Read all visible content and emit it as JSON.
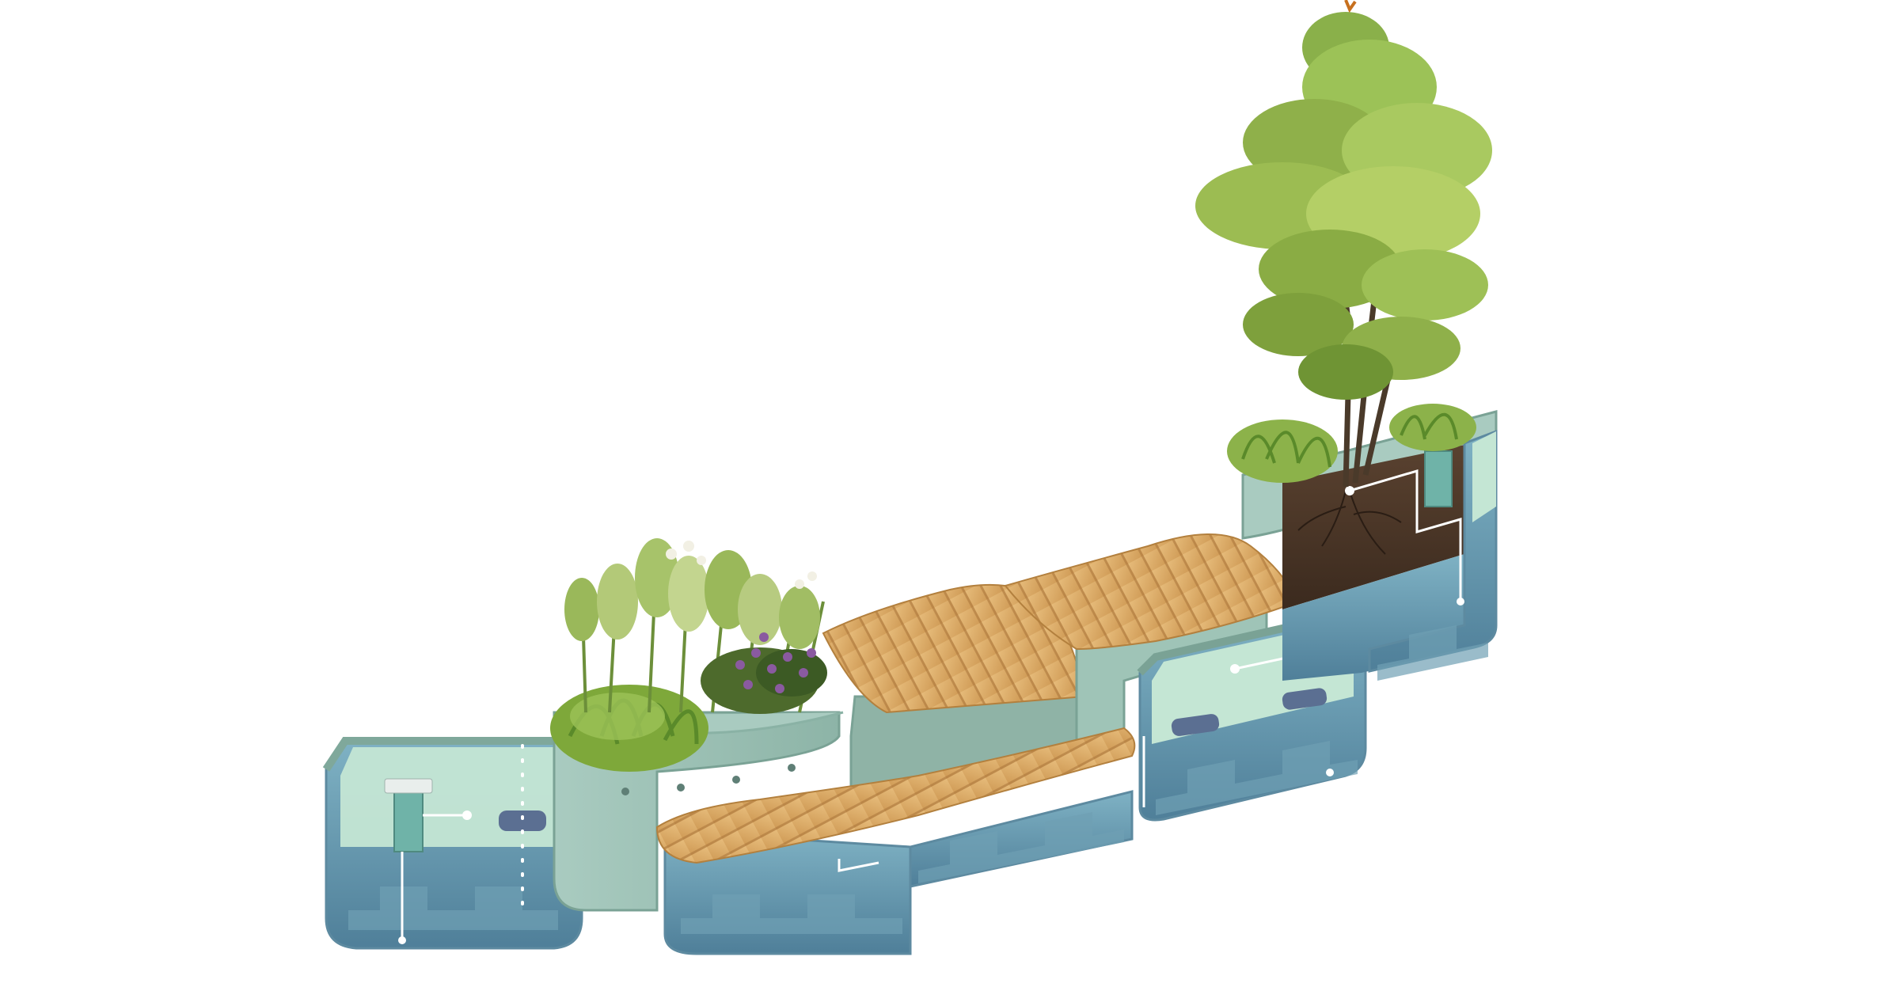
{
  "diagram": {
    "modules": [
      {
        "id": "reservoir-module-left",
        "role": "water reservoir with sensor box"
      },
      {
        "id": "planter-module-perennials",
        "role": "planter with grasses and flowering perennials"
      },
      {
        "id": "bench-module-low",
        "role": "wooden slatted bench"
      },
      {
        "id": "bench-module-high",
        "role": "wooden slatted bench, raised"
      },
      {
        "id": "reservoir-module-right",
        "role": "water reservoir with seat pads"
      },
      {
        "id": "tree-planter-module",
        "role": "soil planter with tree, grasses and sensor box"
      }
    ],
    "colors": {
      "wood": "#d9a863",
      "wood_dark": "#b7813f",
      "shell_teal": "#9fc4b7",
      "shell_dark": "#6f9488",
      "water": "#5f8fa6",
      "water_light": "#8fb8c8",
      "inner_mint": "#c4e6d4",
      "soil": "#4a3628",
      "foliage": "#8fb04a",
      "foliage_dark": "#4f7a2a",
      "flowers": "#8a5aa0",
      "sensor_box": "#6fb3a8",
      "leader_line": "#ffffff"
    }
  }
}
